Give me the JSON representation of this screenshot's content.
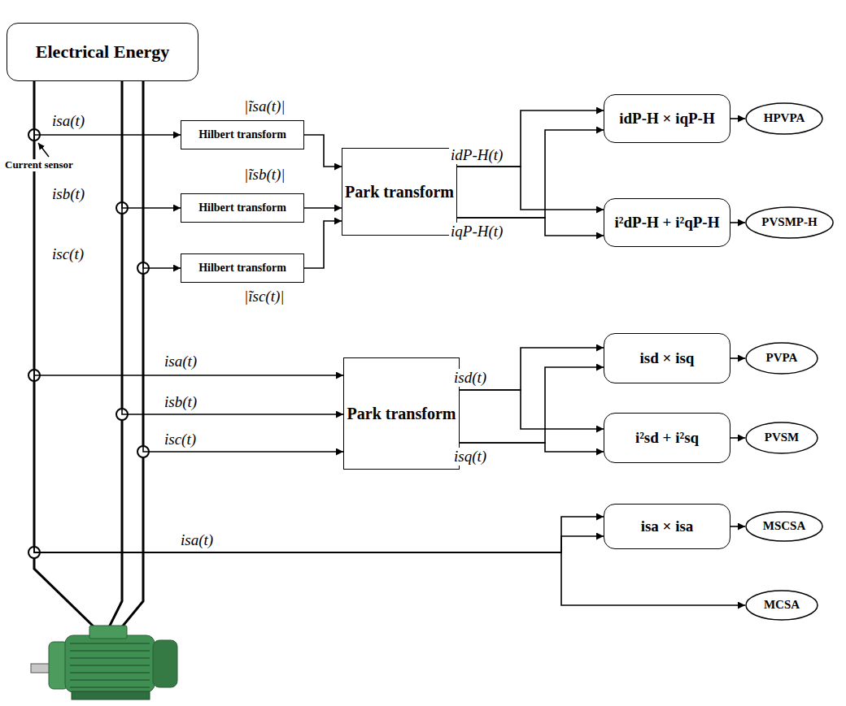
{
  "diagram": {
    "nodes": [
      {
        "text": [
          "Electrical Energy"
        ]
      },
      {
        "text": [
          "Hilbert transform"
        ]
      },
      {
        "text": [
          "Hilbert transform"
        ]
      },
      {
        "text": [
          "Hilbert transform"
        ]
      },
      {
        "text": [
          "Park transform"
        ]
      },
      {
        "text": [
          "idP-H × iqP-H"
        ]
      },
      {
        "text": [
          "HPVPA"
        ]
      },
      {
        "text": [
          "i²dP-H + i²qP-H"
        ]
      },
      {
        "text": [
          "PVSMP-H"
        ]
      },
      {
        "text": [
          "Park transform"
        ]
      },
      {
        "text": [
          "isd × isq"
        ]
      },
      {
        "text": [
          "PVPA"
        ]
      },
      {
        "text": [
          "i²sd + i²sq"
        ]
      },
      {
        "text": [
          "PVSM"
        ]
      },
      {
        "text": [
          "isa × isa"
        ]
      },
      {
        "text": [
          "MSCSA"
        ]
      },
      {
        "text": [
          "MCSA"
        ]
      }
    ],
    "edges": [
      {
        "from": 0,
        "to": 1,
        "label": "isa(t)",
        "arrow": "to"
      },
      {
        "from": 0,
        "to": 2,
        "label": "isb(t)",
        "arrow": "to"
      },
      {
        "from": 0,
        "to": 3,
        "label": "isc(t)",
        "arrow": "to"
      },
      {
        "from": 1,
        "to": 4,
        "label": "|ĩsa(t)|",
        "arrow": "to"
      },
      {
        "from": 2,
        "to": 4,
        "label": "|ĩsb(t)|",
        "arrow": "to"
      },
      {
        "from": 3,
        "to": 4,
        "label": "|ĩsc(t)|",
        "arrow": "to"
      },
      {
        "from": 4,
        "to": 5,
        "label": "idP-H(t)",
        "arrow": "to"
      },
      {
        "from": 4,
        "to": 7,
        "arrow": "to"
      },
      {
        "from": 4,
        "to": 7,
        "label": "iqP-H(t)",
        "arrow": "to"
      },
      {
        "from": 4,
        "to": 5,
        "arrow": "to"
      },
      {
        "from": 5,
        "to": 6,
        "arrow": "to"
      },
      {
        "from": 7,
        "to": 8,
        "arrow": "to"
      },
      {
        "from": 0,
        "to": 9,
        "label": "isa(t)",
        "arrow": "to"
      },
      {
        "from": 0,
        "to": 9,
        "label": "isb(t)",
        "arrow": "to"
      },
      {
        "from": 0,
        "to": 9,
        "label": "isc(t)",
        "arrow": "to"
      },
      {
        "from": 9,
        "to": 10,
        "label": "isd(t)",
        "arrow": "to"
      },
      {
        "from": 9,
        "to": 12,
        "arrow": "to"
      },
      {
        "from": 9,
        "to": 12,
        "label": "isq(t)",
        "arrow": "to"
      },
      {
        "from": 9,
        "to": 10,
        "arrow": "to"
      },
      {
        "from": 10,
        "to": 11,
        "arrow": "to"
      },
      {
        "from": 12,
        "to": 13,
        "arrow": "to"
      },
      {
        "from": 0,
        "to": 14,
        "label": "isa(t)",
        "arrow": "to"
      },
      {
        "from": 0,
        "to": 14,
        "arrow": "to"
      },
      {
        "from": 0,
        "to": 16,
        "arrow": "to"
      },
      {
        "from": 14,
        "to": 15,
        "arrow": "to"
      }
    ],
    "labels": [
      "Current sensor"
    ]
  }
}
